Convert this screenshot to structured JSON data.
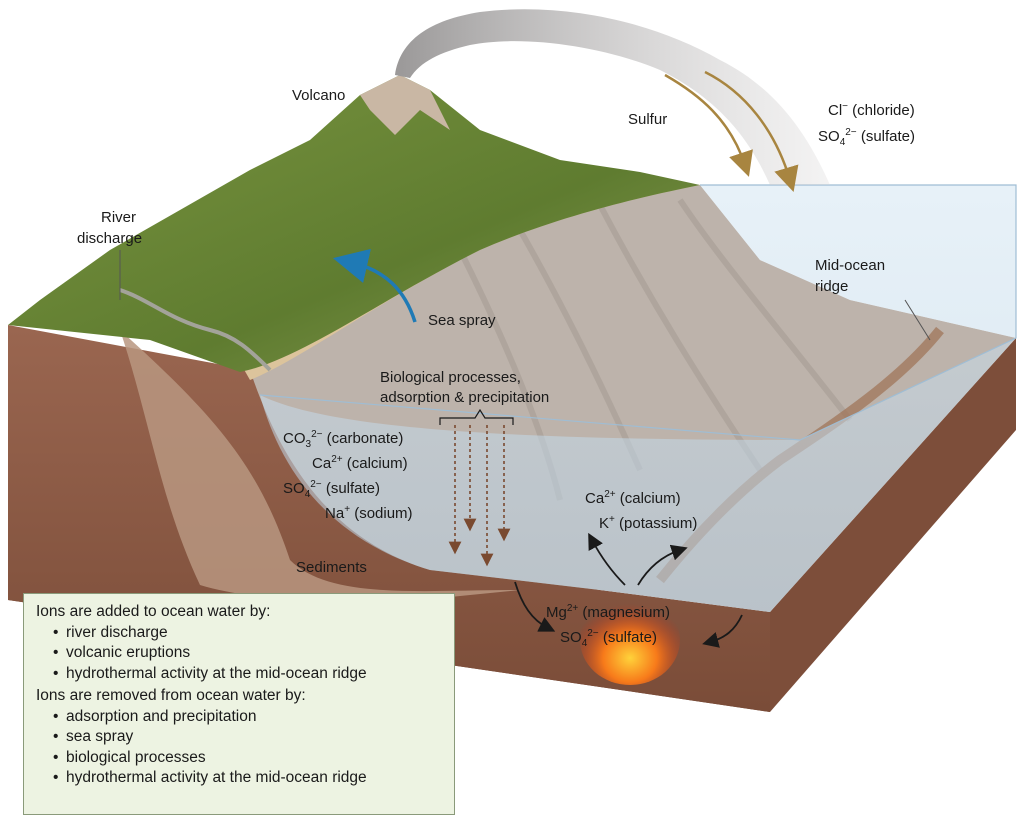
{
  "labels": {
    "volcano": "Volcano",
    "sulfur": "Sulfur",
    "chloride": "Cl− (chloride)",
    "sulfate_top": "SO4 2− (sulfate)",
    "river_line1": "River",
    "river_line2": "discharge",
    "sea_spray": "Sea spray",
    "mid_ocean_line1": "Mid-ocean",
    "mid_ocean_line2": "ridge",
    "bio_line1": "Biological processes,",
    "bio_line2": "adsorption & precipitation",
    "sediments": "Sediments"
  },
  "removed_ions": [
    {
      "base": "CO",
      "sub": "3",
      "sup": "2−",
      "name": " (carbonate)"
    },
    {
      "base": "Ca",
      "sub": "",
      "sup": "2+",
      "name": " (calcium)"
    },
    {
      "base": "SO",
      "sub": "4",
      "sup": "2−",
      "name": " (sulfate)"
    },
    {
      "base": "Na",
      "sub": "",
      "sup": "+",
      "name": " (sodium)"
    }
  ],
  "vent_out_ions": [
    {
      "base": "Ca",
      "sub": "",
      "sup": "2+",
      "name": " (calcium)"
    },
    {
      "base": "K",
      "sub": "",
      "sup": "+",
      "name": " (potassium)"
    }
  ],
  "vent_in_ions": [
    {
      "base": "Mg",
      "sub": "",
      "sup": "2+",
      "name": " (magnesium)"
    },
    {
      "base": "SO",
      "sub": "4",
      "sup": "2−",
      "name": " (sulfate)"
    }
  ],
  "top_ions": {
    "chloride": {
      "base": "Cl",
      "sup": "−",
      "name": " (chloride)"
    },
    "sulfate": {
      "base": "SO",
      "sub": "4",
      "sup": "2−",
      "name": " (sulfate)"
    }
  },
  "legend": {
    "added_heading": "Ions are added to ocean water by:",
    "added_items": [
      "river discharge",
      "volcanic eruptions",
      "hydrothermal activity at the mid-ocean ridge"
    ],
    "removed_heading": "Ions are removed from ocean water by:",
    "removed_items": [
      "adsorption and precipitation",
      "sea spray",
      "biological processes",
      "hydrothermal activity at the mid-ocean ridge"
    ]
  },
  "colors": {
    "land_green": "#6f8a3a",
    "beach": "#d9c29a",
    "seafloor": "#b8aea6",
    "water": "#c6dceb",
    "crust": "#8a5a44",
    "magma": "#f05a14",
    "arrow_gold": "#a88540",
    "arrow_blue": "#1f7ab5",
    "arrow_brown": "#7a4a30"
  }
}
